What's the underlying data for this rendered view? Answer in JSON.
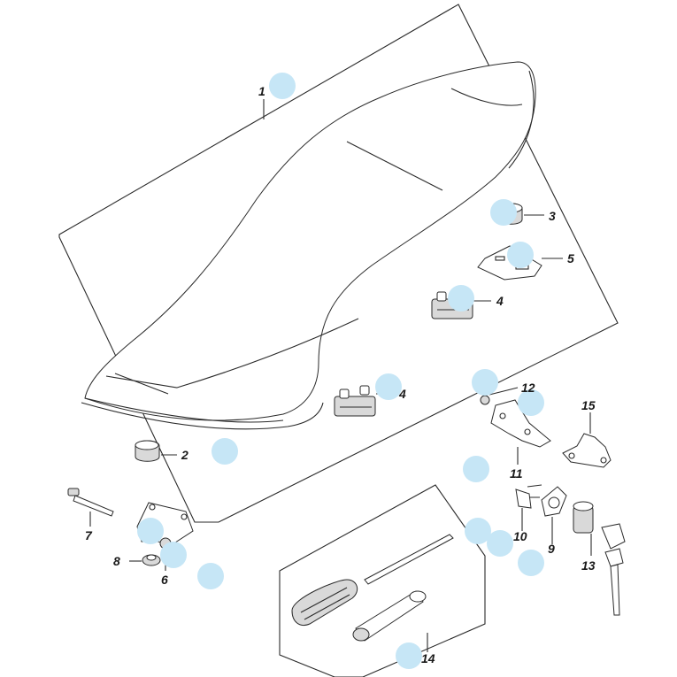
{
  "diagram": {
    "hotspot_color": "#c6e6f6",
    "line_color": "#2a2a2a",
    "callouts": {
      "c1": "1",
      "c2": "2",
      "c3": "3",
      "c4a": "4",
      "c4b": "4",
      "c5": "5",
      "c6": "6",
      "c7": "7",
      "c8": "8",
      "c9": "9",
      "c10": "10",
      "c11": "11",
      "c12": "12",
      "c13": "13",
      "c14": "14",
      "c15": "15"
    },
    "parts": [
      {
        "callout": "1",
        "icon": "seat-assembly-icon"
      },
      {
        "callout": "2",
        "icon": "seat-cushion-icon"
      },
      {
        "callout": "3",
        "icon": "seat-cushion-icon"
      },
      {
        "callout": "4",
        "icon": "seat-damper-icon"
      },
      {
        "callout": "5",
        "icon": "seat-plate-icon"
      },
      {
        "callout": "6",
        "icon": "hinge-bracket-icon"
      },
      {
        "callout": "7",
        "icon": "bolt-icon"
      },
      {
        "callout": "8",
        "icon": "nut-icon"
      },
      {
        "callout": "9",
        "icon": "gasket-icon"
      },
      {
        "callout": "10",
        "icon": "clip-icon"
      },
      {
        "callout": "11",
        "icon": "latch-bracket-icon"
      },
      {
        "callout": "12",
        "icon": "screw-icon"
      },
      {
        "callout": "13",
        "icon": "seat-lock-key-icon"
      },
      {
        "callout": "14",
        "icon": "tool-kit-icon"
      },
      {
        "callout": "15",
        "icon": "helmet-hook-icon"
      }
    ]
  }
}
